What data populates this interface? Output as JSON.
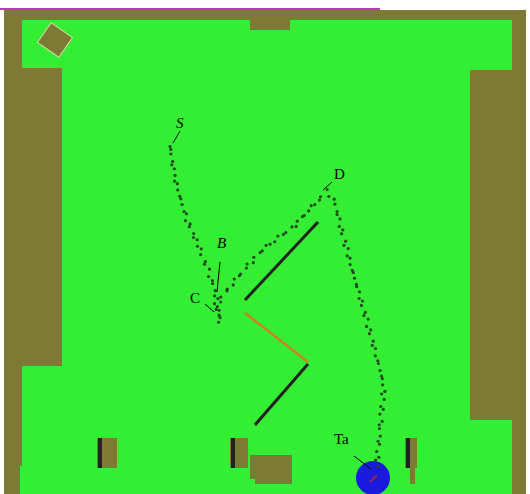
{
  "diagram": {
    "labels": [
      "S",
      "B",
      "C",
      "D",
      "Ta"
    ]
  }
}
